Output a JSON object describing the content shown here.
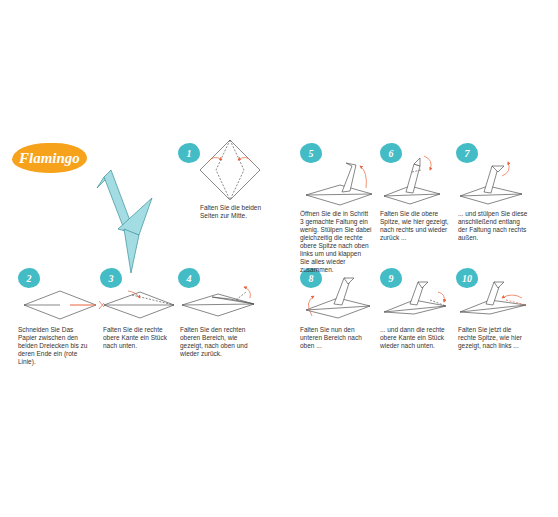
{
  "diagram": {
    "nodes": [
      {
        "text": [
          "Flamingo"
        ]
      },
      {
        "text": [
          "1"
        ]
      },
      {
        "text": [
          "2"
        ]
      },
      {
        "text": [
          "3"
        ]
      },
      {
        "text": [
          "4"
        ]
      },
      {
        "text": [
          "5"
        ]
      },
      {
        "text": [
          "6"
        ]
      },
      {
        "text": [
          "7"
        ]
      },
      {
        "text": [
          "8"
        ]
      },
      {
        "text": [
          "9"
        ]
      },
      {
        "text": [
          "10"
        ]
      }
    ],
    "labels": [
      "Falten Sie die beiden Seiten zur Mitte.",
      "Schneiden Sie Das Papier zwischen den beiden Dreiecken bis zu deren Ende ein (rote Linie).",
      "Falten Sie die rechte obere Kante ein Stück nach unten.",
      "Falten Sie den rechten oberen Bereich, wie gezeigt, nach oben und wieder zurück.",
      "Öffnen Sie die in Schritt 3 gemachte Faltung ein wenig. Stülpen Sie dabei gleichzeitig die rechte obere Spitze nach oben links um und klappen Sie alles wieder zusammen.",
      "Falten Sie die obere Spitze, wie hier gezeigt, nach rechts und wieder zurück ...",
      "... und stülpen Sie diese anschließend entlang der Faltung nach rechts außen.",
      "Falten Sie nun den unteren Bereich nach oben ...",
      "... und dann die rechte obere Kante ein Stück wieder nach unten.",
      "Falten Sie jetzt die rechte Spitze, wie hier gezeigt, nach links ..."
    ]
  }
}
